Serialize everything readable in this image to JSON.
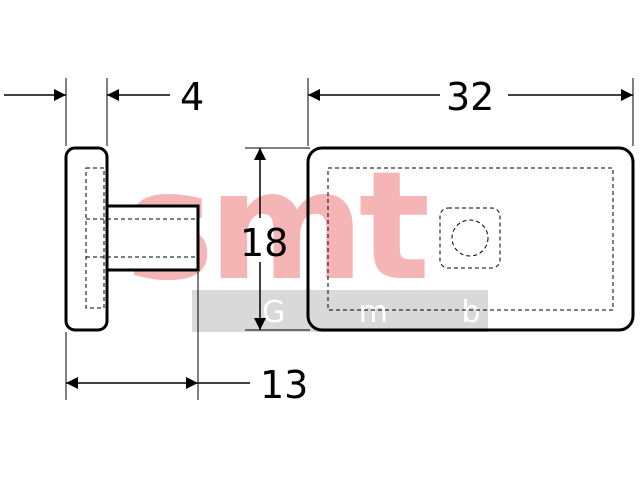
{
  "watermark": {
    "main": "smt",
    "sub": "G m b H",
    "main_color": "#f5b5b5",
    "band_color": "#d9d9d9"
  },
  "dimensions": {
    "head_thickness": "4",
    "body_length": "32",
    "height": "18",
    "pin_length": "13"
  },
  "colors": {
    "line": "#000000",
    "background": "#ffffff"
  }
}
